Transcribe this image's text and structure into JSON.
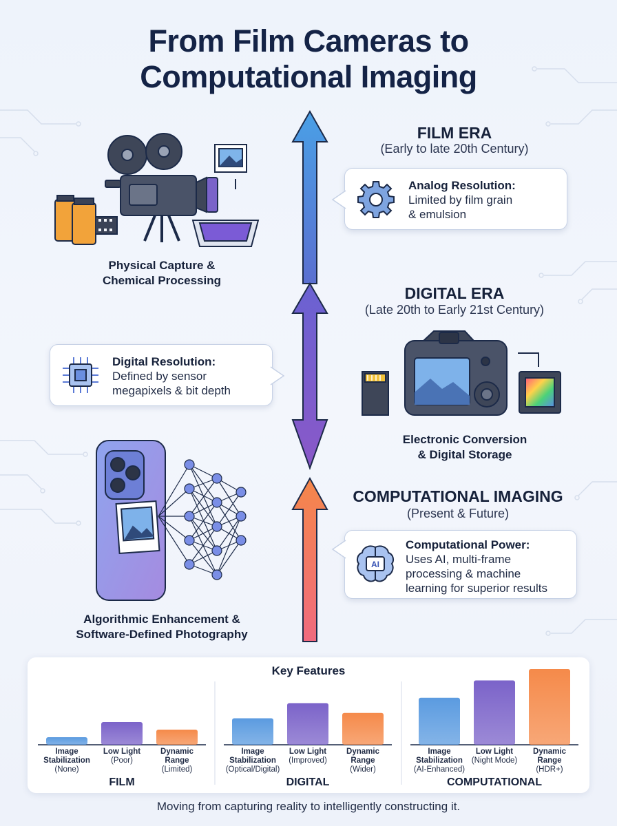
{
  "title_line1": "From Film Cameras to",
  "title_line2": "Computational Imaging",
  "eras": {
    "film": {
      "title": "FILM ERA",
      "subtitle": "(Early to late 20th Century)",
      "caption_line1": "Physical Capture &",
      "caption_line2": "Chemical Processing",
      "callout_title": "Analog Resolution:",
      "callout_line1": "Limited by film grain",
      "callout_line2": "& emulsion",
      "icon": "gear-icon"
    },
    "digital": {
      "title": "DIGITAL ERA",
      "subtitle": "(Late 20th to Early 21st Century)",
      "caption_line1": "Electronic Conversion",
      "caption_line2": "& Digital Storage",
      "callout_title": "Digital Resolution:",
      "callout_line1": "Defined by sensor",
      "callout_line2": "megapixels & bit depth",
      "icon": "chip-icon"
    },
    "computational": {
      "title": "COMPUTATIONAL IMAGING",
      "subtitle": "(Present & Future)",
      "caption_line1": "Algorithmic Enhancement &",
      "caption_line2": "Software-Defined Photography",
      "callout_title": "Computational Power:",
      "callout_line1": "Uses AI, multi-frame",
      "callout_line2": "processing & machine",
      "callout_line3": "learning for superior results",
      "icon": "brain-icon",
      "icon_label": "AI"
    }
  },
  "features": {
    "title": "Key Features",
    "groups": [
      {
        "label": "FILM",
        "bars": [
          {
            "line1": "Image",
            "line2": "Stabilization",
            "value": "(None)",
            "level": 0.1,
            "color": "#5b9be0"
          },
          {
            "line1": "Low Light",
            "line2": "",
            "value": "(Poor)",
            "level": 0.3,
            "color": "#7b63c9"
          },
          {
            "line1": "Dynamic",
            "line2": "Range",
            "value": "(Limited)",
            "level": 0.2,
            "color": "#f58a4a"
          }
        ]
      },
      {
        "label": "DIGITAL",
        "bars": [
          {
            "line1": "Image",
            "line2": "Stabilization",
            "value": "(Optical/Digital)",
            "level": 0.35,
            "color": "#5b9be0"
          },
          {
            "line1": "Low Light",
            "line2": "",
            "value": "(Improved)",
            "level": 0.55,
            "color": "#7b63c9"
          },
          {
            "line1": "Dynamic",
            "line2": "Range",
            "value": "(Wider)",
            "level": 0.42,
            "color": "#f58a4a"
          }
        ]
      },
      {
        "label": "COMPUTATIONAL",
        "bars": [
          {
            "line1": "Image",
            "line2": "Stabilization",
            "value": "(AI-Enhanced)",
            "level": 0.62,
            "color": "#5b9be0"
          },
          {
            "line1": "Low Light",
            "line2": "",
            "value": "(Night Mode)",
            "level": 0.85,
            "color": "#7b63c9"
          },
          {
            "line1": "Dynamic",
            "line2": "Range",
            "value": "(HDR+)",
            "level": 1.0,
            "color": "#f58a4a"
          }
        ]
      }
    ]
  },
  "footer": "Moving from capturing reality to intelligently constructing it."
}
